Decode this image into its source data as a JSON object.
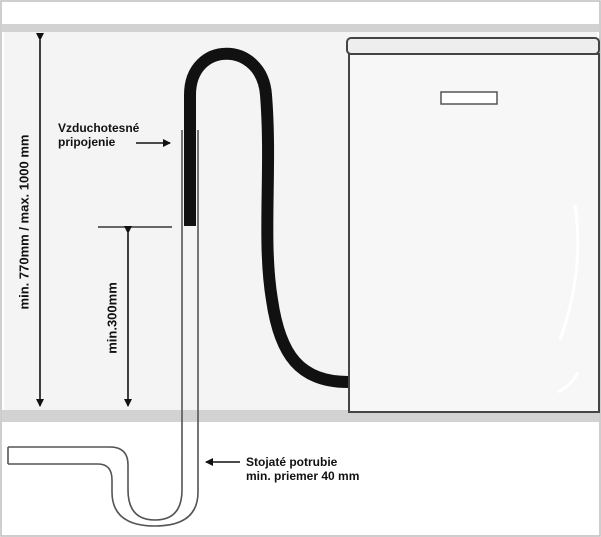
{
  "labels": {
    "air_gap": [
      "Vzduchotesné",
      "pripojenie"
    ],
    "standpipe": [
      "Stojaté potrubie",
      "min. priemer 40 mm"
    ],
    "height_total": "min. 770mm / max. 1000 mm",
    "height_min": "min.300mm"
  },
  "colors": {
    "ink": "#111111",
    "hose": "#111111",
    "wall": "#d2d2d2",
    "panel": "#f4f4f4",
    "appliance": "#f7f7f7",
    "appliance_edge": "#444444"
  }
}
